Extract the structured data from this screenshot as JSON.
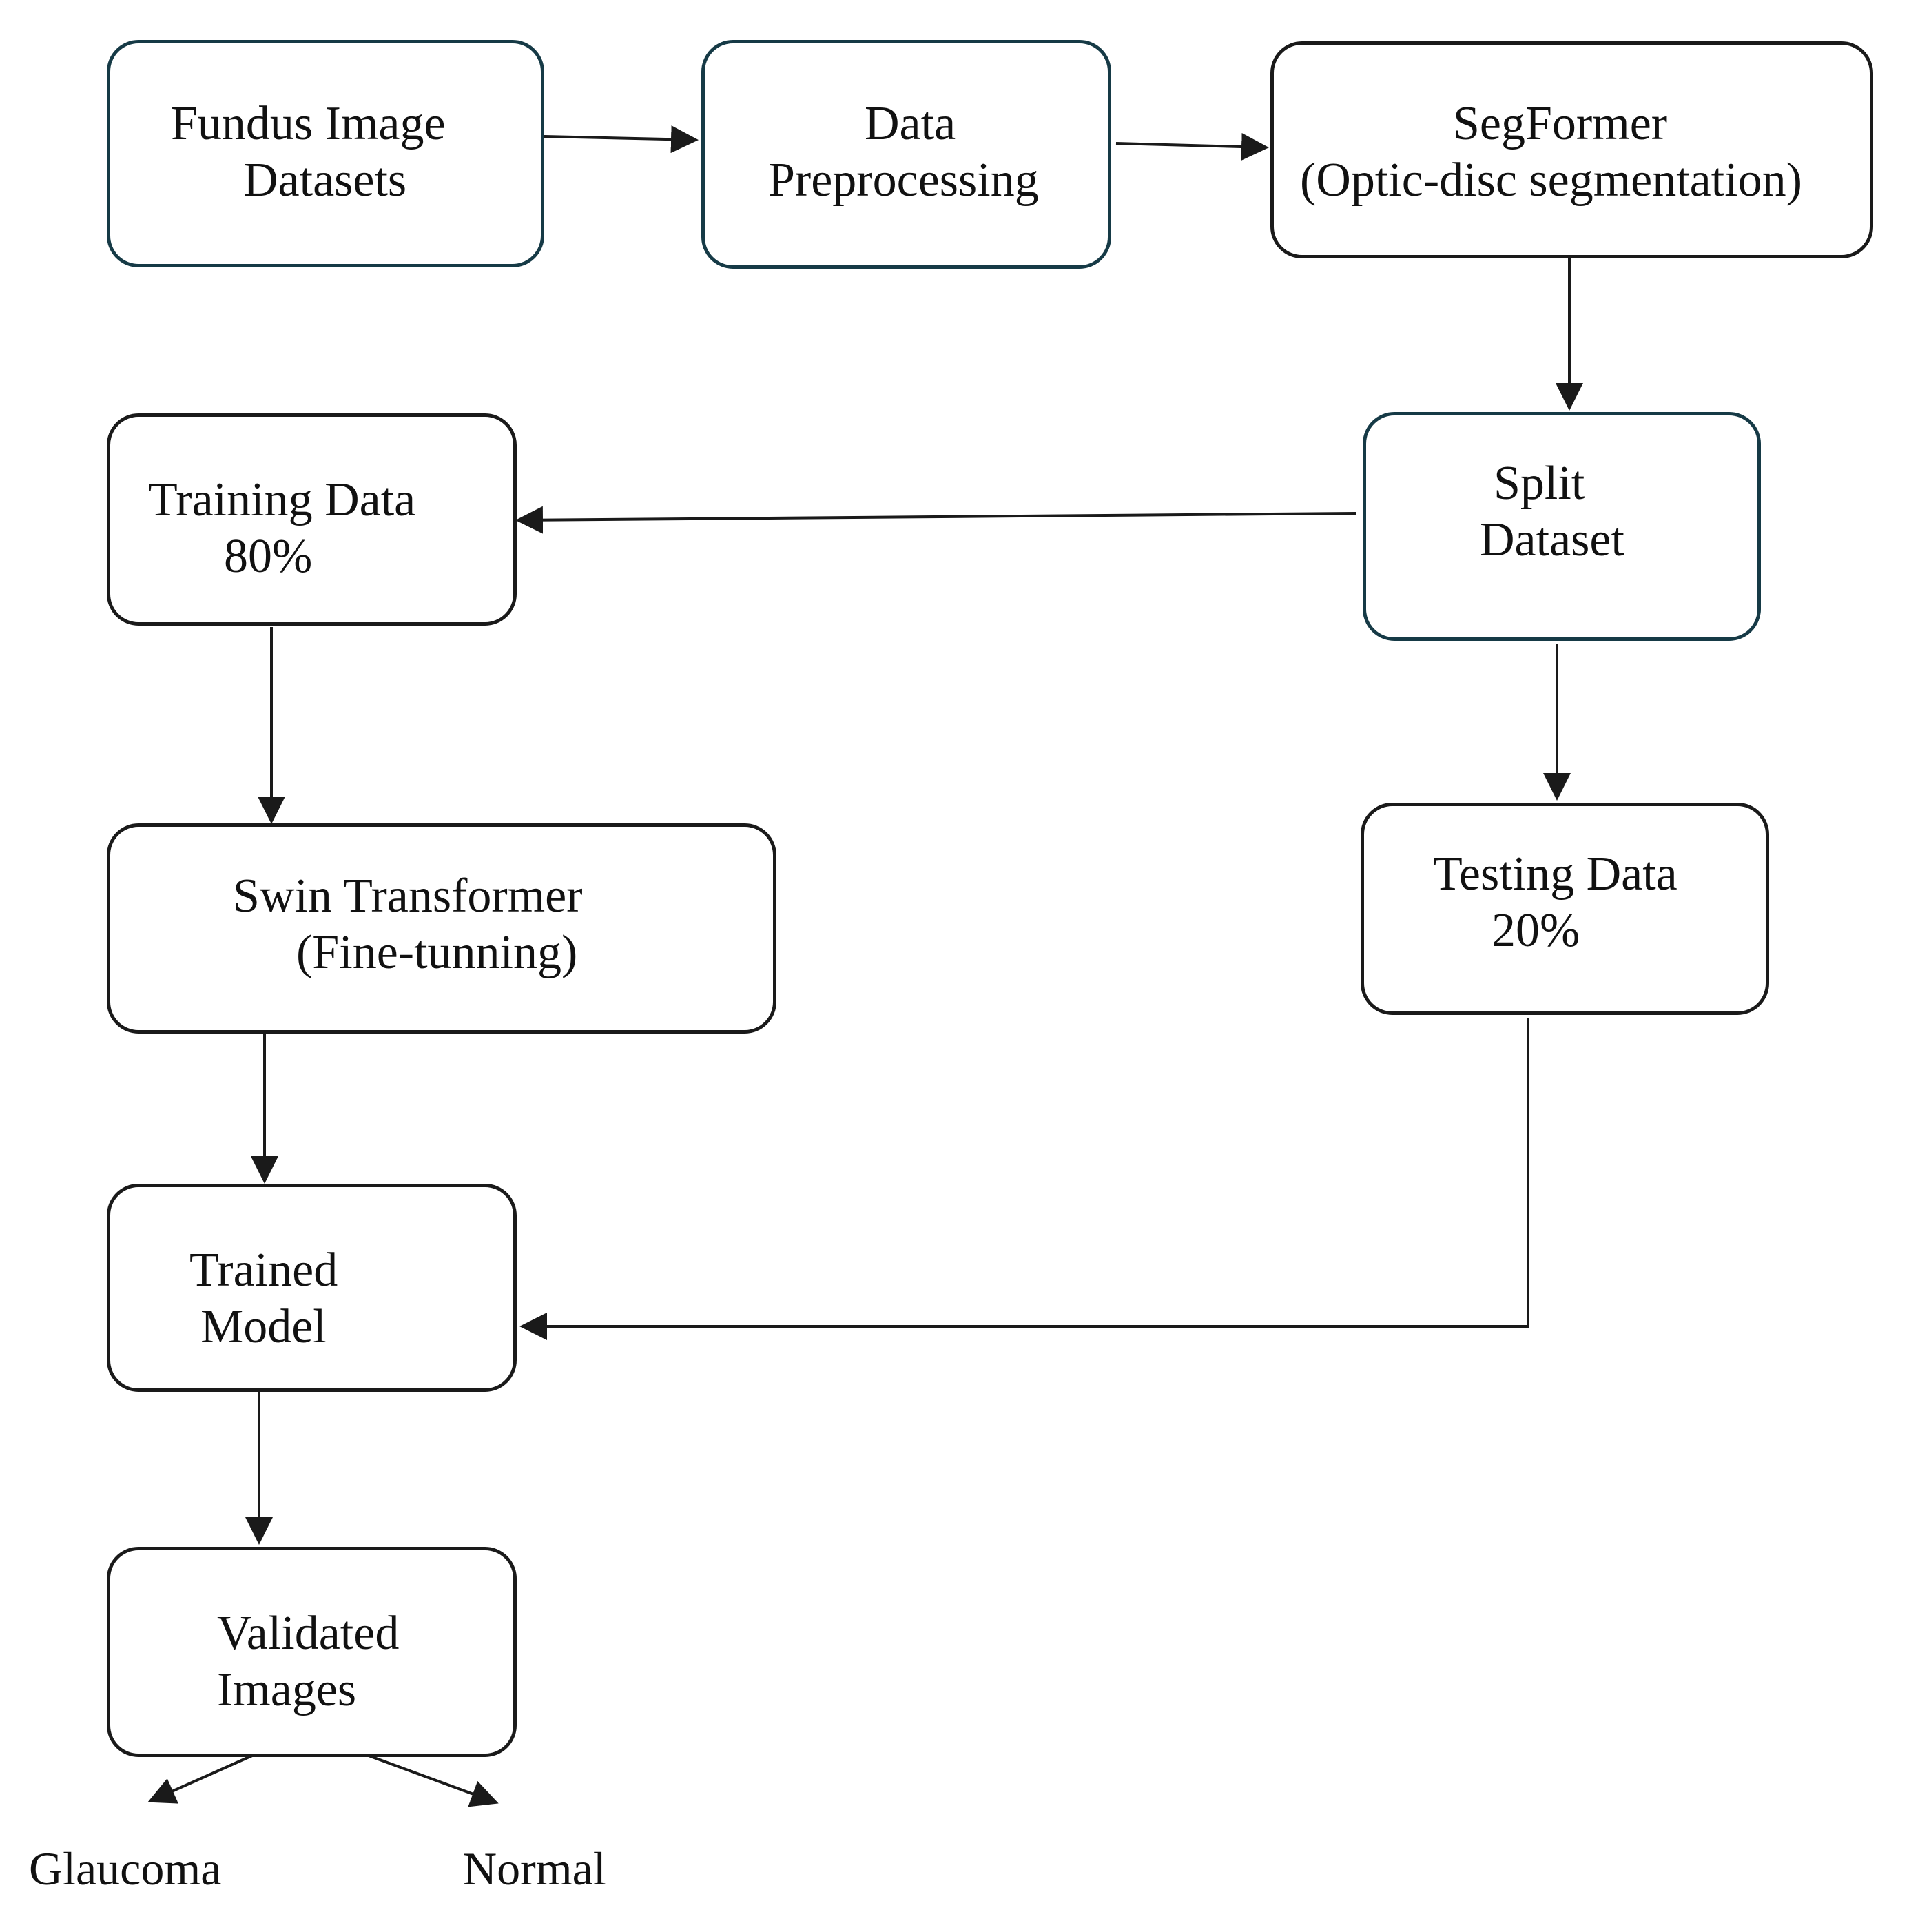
{
  "nodes": {
    "fundus": {
      "line1": "Fundus Image",
      "line2": "Datasets"
    },
    "preprocessing": {
      "line1": "Data",
      "line2": "Preprocessing"
    },
    "segformer": {
      "line1": "SegFormer",
      "line2": "(Optic-disc segmentation)"
    },
    "split": {
      "line1": "Split",
      "line2": "Dataset"
    },
    "training": {
      "line1": "Training Data",
      "line2": "80%"
    },
    "testing": {
      "line1": "Testing Data",
      "line2": "20%"
    },
    "swin": {
      "line1": "Swin Transformer",
      "line2": "(Fine-tunning)"
    },
    "trained": {
      "line1": "Trained",
      "line2": "Model"
    },
    "validated": {
      "line1": "Validated",
      "line2": "Images"
    }
  },
  "outcomes": {
    "glaucoma": "Glaucoma",
    "normal": "Normal"
  },
  "colors": {
    "box_border": "#1a1a1a",
    "teal_border": "#163a46",
    "arrow": "#1a1a1a"
  }
}
